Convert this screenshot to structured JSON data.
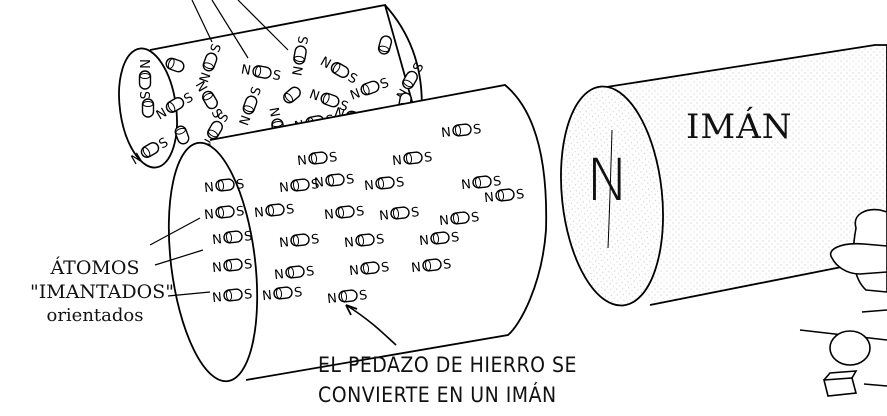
{
  "magnet": {
    "title": "IMÁN",
    "pole_letter": "N"
  },
  "atoms": {
    "north": "N",
    "south": "S"
  },
  "left_label": {
    "line1": "ÁTOMOS",
    "line2": "\"IMANTADOS\"",
    "line3": "orientados"
  },
  "caption": {
    "line1": "EL PEDAZO DE HIERRO SE",
    "line2": "CONVIERTE EN UN IMÁN"
  }
}
